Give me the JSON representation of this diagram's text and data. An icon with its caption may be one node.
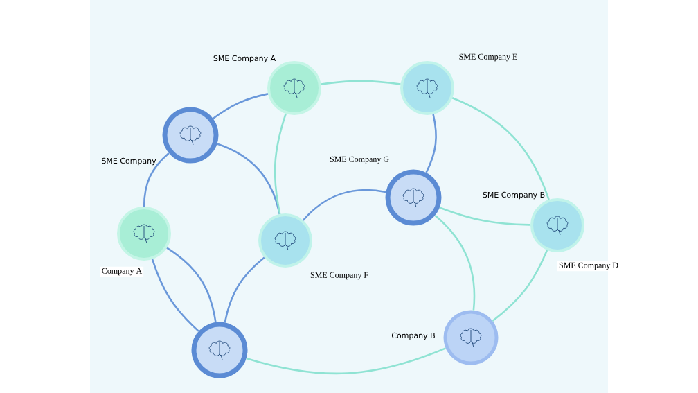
{
  "diagram": {
    "nodes": [
      {
        "text": [
          "SME Company"
        ]
      },
      {
        "text": [
          "SME Company A"
        ]
      },
      {
        "text": [
          "SME Company E"
        ]
      },
      {
        "text": [
          "Company A"
        ]
      },
      {
        "text": [
          "SME Company F"
        ]
      },
      {
        "text": [
          "SME Company G"
        ]
      },
      {
        "text": [
          "SME Company B",
          "SME Company D"
        ]
      },
      {
        "text": [],
        "shape": "circle"
      },
      {
        "text": [
          "Company B"
        ]
      }
    ],
    "edges": [
      {
        "from": 0,
        "to": 1,
        "arrow": "none"
      },
      {
        "from": 0,
        "to": 3,
        "arrow": "none"
      },
      {
        "from": 0,
        "to": 4,
        "arrow": "none"
      },
      {
        "from": 1,
        "to": 2,
        "arrow": "none",
        "color": "#8fe3d3"
      },
      {
        "from": 1,
        "to": 4,
        "arrow": "none",
        "color": "#8fe3d3"
      },
      {
        "from": 2,
        "to": 5,
        "arrow": "none"
      },
      {
        "from": 2,
        "to": 6,
        "arrow": "none",
        "color": "#8fe3d3"
      },
      {
        "from": 5,
        "to": 4,
        "arrow": "none"
      },
      {
        "from": 5,
        "to": 6,
        "arrow": "none",
        "color": "#8fe3d3"
      },
      {
        "from": 5,
        "to": 8,
        "arrow": "none",
        "color": "#8fe3d3"
      },
      {
        "from": 6,
        "to": 8,
        "arrow": "none",
        "color": "#8fe3d3"
      },
      {
        "from": 3,
        "to": 7,
        "arrow": "none"
      },
      {
        "from": 3,
        "to": 7,
        "arrow": "none"
      },
      {
        "from": 4,
        "to": 7,
        "arrow": "none"
      },
      {
        "from": 7,
        "to": 8,
        "arrow": "none",
        "color": "#8fe3d3"
      }
    ]
  }
}
